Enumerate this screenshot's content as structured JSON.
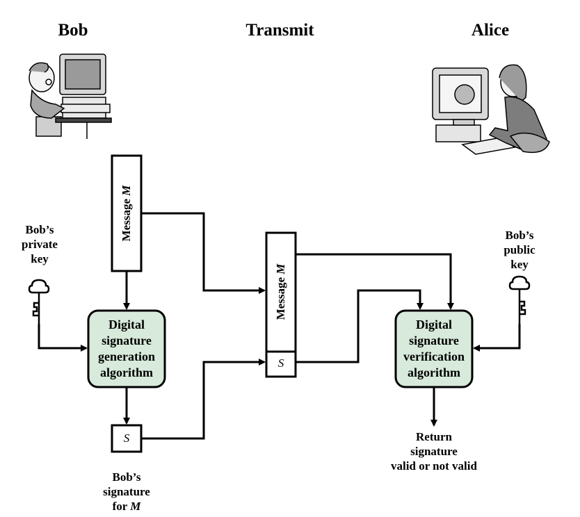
{
  "headers": {
    "bob": "Bob",
    "transmit": "Transmit",
    "alice": "Alice"
  },
  "message_box": {
    "label": "Message",
    "var": "M"
  },
  "signature_box": {
    "var": "S"
  },
  "gen_algorithm": [
    "Digital",
    "signature",
    "generation",
    "algorithm"
  ],
  "ver_algorithm": [
    "Digital",
    "signature",
    "verification",
    "algorithm"
  ],
  "bob_private_key": [
    "Bob’s",
    "private",
    "key"
  ],
  "bob_public_key": [
    "Bob’s",
    "public",
    "key"
  ],
  "bob_signature": [
    "Bob’s",
    "signature",
    "for M"
  ],
  "result": [
    "Return",
    "signature",
    "valid or not valid"
  ],
  "colors": {
    "algorithm_fill": "#d7eadb",
    "stroke": "#000000"
  },
  "icons": [
    "bob-computer-illustration",
    "alice-computer-illustration",
    "private-key-icon",
    "public-key-icon"
  ]
}
